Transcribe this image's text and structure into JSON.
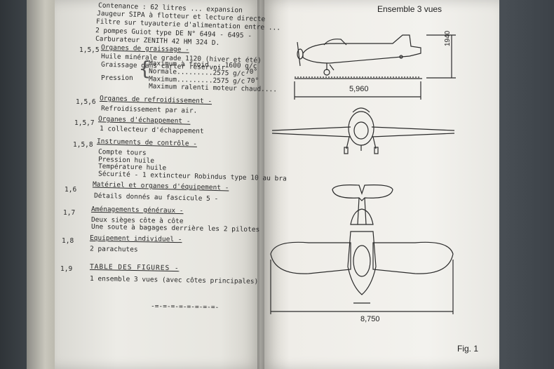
{
  "left_page": {
    "top_lines": [
      "Contenance : 62 litres ... expansion",
      "Jaugeur SIPA à flotteur et lecture directe",
      "Filtre sur tuyauterie d'alimentation entre ...",
      "2 pompes Guiot type DE N° 6494 - 6495 -",
      "Carburateur ZENITH 42 HM 324 D."
    ],
    "sections": [
      {
        "num": "1,5,5",
        "title": "Organes de graissage -",
        "lines": [
          "Huile minérale grade 1120 (hiver et été)",
          "Graissage dans carter réservoir"
        ]
      },
      {
        "num": "1,5,6",
        "title": "Organes de refroidissement -",
        "lines": [
          "Refroidissement par air."
        ]
      },
      {
        "num": "1,5,7",
        "title": "Organes d'échappement -",
        "lines": [
          "1 collecteur d'échappement"
        ]
      },
      {
        "num": "1,5,8",
        "title": "Instruments de contrôle -",
        "lines": [
          "Compte tours",
          "Pression huile",
          "Température huile",
          "Sécurité - 1 extincteur Robindus type 10 au bra"
        ]
      },
      {
        "num": "1,6",
        "title": "Matériel et organes d'équipement -",
        "lines": [
          "Détails donnés au fascicule 5 -"
        ]
      },
      {
        "num": "1,7",
        "title": "Aménagements généraux -",
        "lines": [
          "Deux sièges côte à côte",
          "Une soute à bagages derrière les 2 pilotes"
        ]
      },
      {
        "num": "1,8",
        "title": "Equipement individuel -",
        "lines": [
          "2 parachutes"
        ]
      },
      {
        "num": "1,9",
        "title": "TABLE DES FIGURES -",
        "lines": [
          "1 ensemble 3 vues (avec côtes principales)"
        ]
      }
    ],
    "pression": {
      "label": "Pression",
      "rows": [
        "Maximum à froid ...1600 g/c",
        "Normale.........2575 g/c",
        "Maximum.........2575 g/c",
        "Maximum ralenti moteur chaud...."
      ],
      "temps": [
        "70°",
        "70°"
      ]
    },
    "separator": "-=-=-=-=-=-=-=-=-"
  },
  "right_page": {
    "heading": "Ensemble  3 vues",
    "dim_height": "1940",
    "dim_length": "5,960",
    "dim_span": "8,750",
    "fig_label": "Fig. 1"
  }
}
